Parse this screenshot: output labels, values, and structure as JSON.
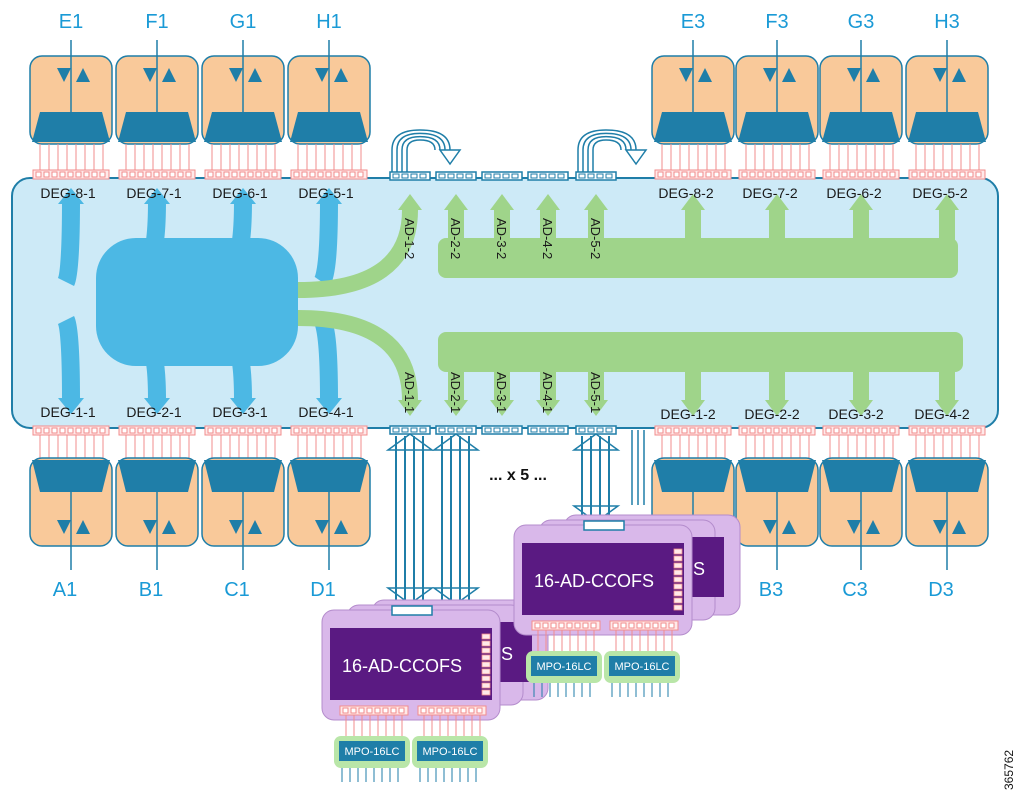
{
  "top_left_nodes": [
    "E1",
    "F1",
    "G1",
    "H1"
  ],
  "top_right_nodes": [
    "E3",
    "F3",
    "G3",
    "H3"
  ],
  "bottom_left_nodes": [
    "A1",
    "B1",
    "C1",
    "D1"
  ],
  "bottom_right_nodes": [
    "B3",
    "C3",
    "D3"
  ],
  "top_left_ports": [
    "DEG-8-1",
    "DEG-7-1",
    "DEG-6-1",
    "DEG-5-1"
  ],
  "top_right_ports": [
    "DEG-8-2",
    "DEG-7-2",
    "DEG-6-2",
    "DEG-5-2"
  ],
  "bottom_left_ports": [
    "DEG-1-1",
    "DEG-2-1",
    "DEG-3-1",
    "DEG-4-1"
  ],
  "bottom_right_ports": [
    "DEG-1-2",
    "DEG-2-2",
    "DEG-3-2",
    "DEG-4-2"
  ],
  "ad_top_ports": [
    "AD-1-2",
    "AD-2-2",
    "AD-3-2",
    "AD-4-2",
    "AD-5-2"
  ],
  "ad_bottom_ports": [
    "AD-1-1",
    "AD-2-1",
    "AD-3-1",
    "AD-4-1",
    "AD-5-1"
  ],
  "multiplier_label": "... x 5 ...",
  "cards": [
    {
      "label": "16-AD-CCOFS",
      "back_fragment": "S",
      "mpo": [
        "MPO-16LC",
        "MPO-16LC"
      ]
    },
    {
      "label": "16-AD-CCOFS",
      "back_fragment": "S",
      "mpo": [
        "MPO-16LC",
        "MPO-16LC"
      ]
    }
  ],
  "figure_number": "365762",
  "colors": {
    "node_fill": "#f9c99a",
    "node_stroke": "#1f7ea8",
    "mux_blue": "#1f7ea8",
    "panel_fill": "#cdeaf7",
    "panel_stroke": "#1f7ea8",
    "hub_blue": "#4cb8e4",
    "green": "#9fd48a",
    "connector": "#f28c8c",
    "card_purple": "#5a1a82",
    "card_frame": "#d9b8ea",
    "mpo_fill": "#1f7ea8",
    "mpo_frame": "#b9e6a8",
    "label_blue": "#1a9ad6"
  }
}
